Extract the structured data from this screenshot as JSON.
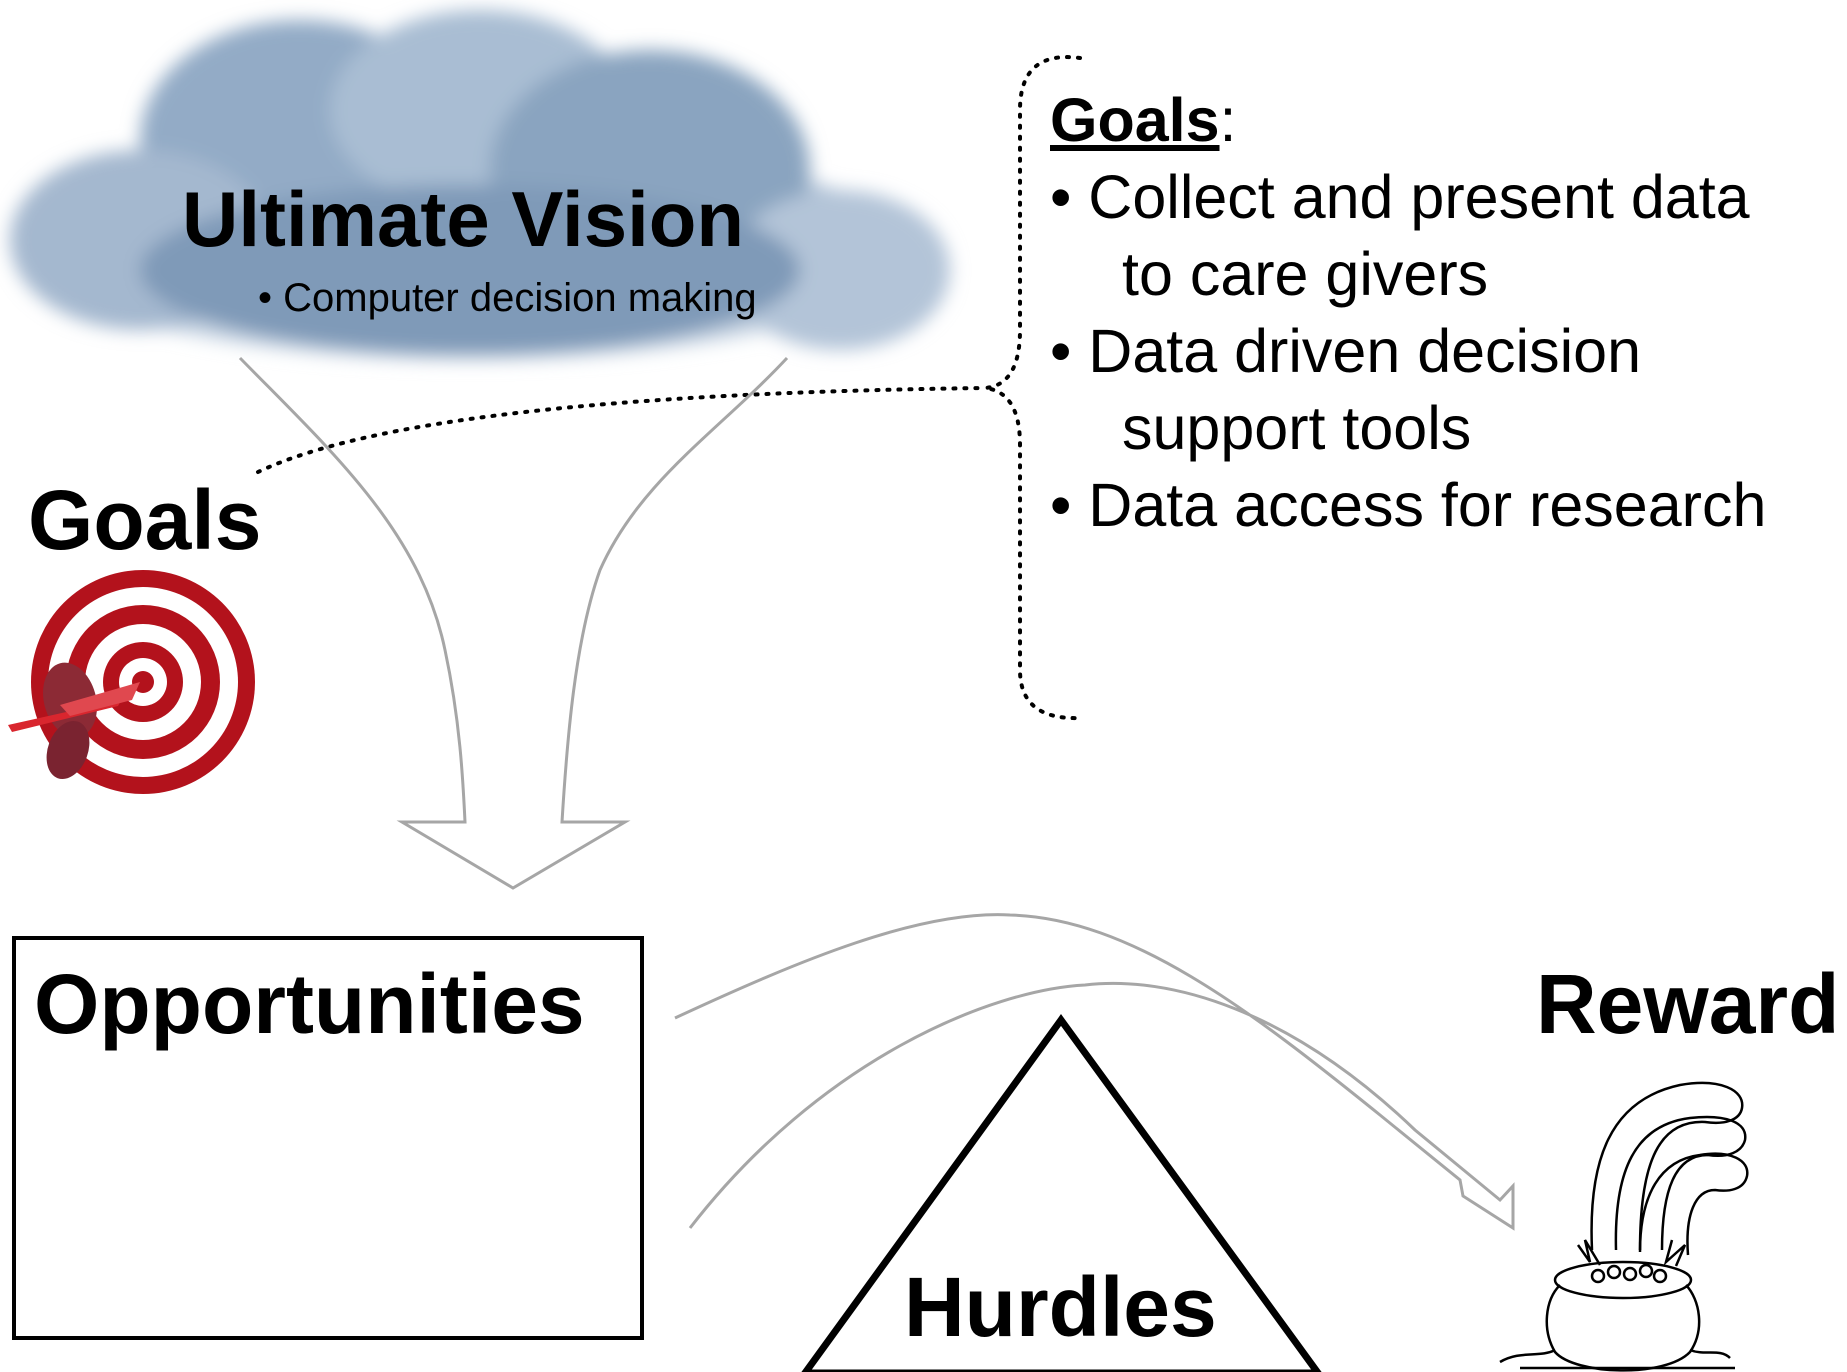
{
  "colors": {
    "arrow_stroke": "#a6a6a6",
    "target_red": "#b3121c",
    "dart_red": "#d9262e",
    "cloud_blue": "#6f8fb0",
    "outline": "#000000"
  },
  "icons": {
    "cloud": "cloud-icon",
    "target": "target-icon",
    "pot": "pot-of-gold-icon"
  },
  "vision": {
    "title": "Ultimate Vision",
    "bullet": "• Computer decision making"
  },
  "goals_label": "Goals",
  "goals_panel": {
    "heading": "Goals",
    "colon": ":",
    "items": [
      {
        "line1": "• Collect and present data",
        "line2": "to care givers"
      },
      {
        "line1": "• Data driven decision",
        "line2": "support tools"
      },
      {
        "line1": "• Data access for research",
        "line2": ""
      }
    ]
  },
  "opportunities_label": "Opportunities",
  "hurdles_label": "Hurdles",
  "reward_label": "Reward"
}
